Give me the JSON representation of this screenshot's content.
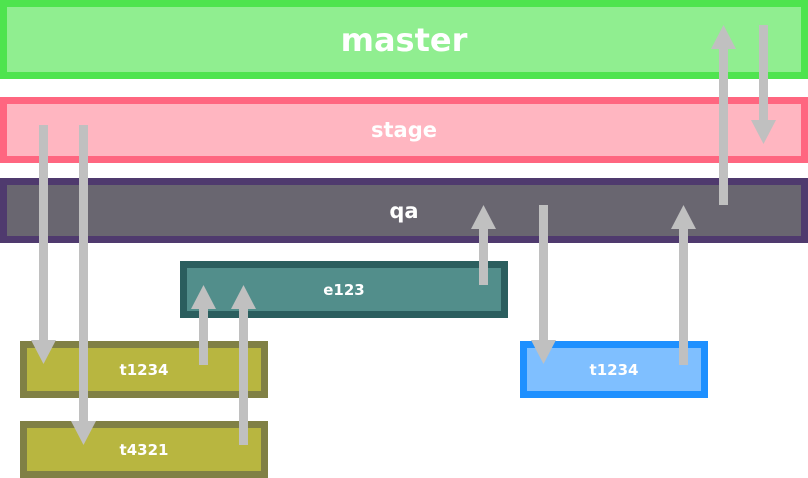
{
  "branches": {
    "master": "master",
    "stage": "stage",
    "qa": "qa",
    "e123": "e123",
    "t1234_left": "t1234",
    "t4321": "t4321",
    "t1234_right": "t1234"
  },
  "colors": {
    "arrow": "#c0c0c0",
    "master_fill": "#90ee90",
    "master_border": "#4ee44e",
    "stage_fill": "#ffb6c1",
    "stage_border": "#ff6680",
    "qa_fill": "#696670",
    "qa_border": "#4f3a6e",
    "e_fill": "#528e8b",
    "e_border": "#2b5e5e",
    "t_fill": "#b8b640",
    "t_border": "#808045",
    "blue_fill": "#7fbfff",
    "blue_border": "#1e90ff"
  }
}
